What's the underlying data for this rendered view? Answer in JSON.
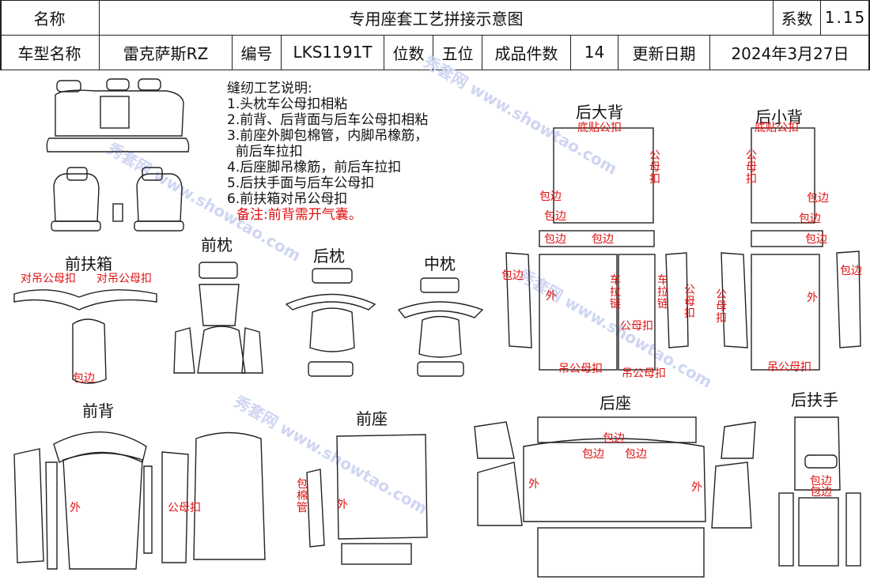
{
  "header": {
    "name_label": "名称",
    "title": "专用座套工艺拼接示意图",
    "coef_label": "系数",
    "coef_value": "1.15",
    "model_label": "车型名称",
    "model_value": "雷克萨斯RZ",
    "code_label": "编号",
    "code_value": "LKS1191T",
    "seats_label": "位数",
    "seats_value": "五位",
    "pieces_label": "成品件数",
    "pieces_value": "14",
    "date_label": "更新日期",
    "date_value": "2024年3月27日"
  },
  "notes": {
    "title": "缝纫工艺说明:",
    "lines": [
      "1.头枕车公母扣相粘",
      "2.前背、后背面与后车公母扣相粘",
      "3.前座外脚包棉管，内脚吊橡筋，",
      "  前后车拉扣",
      "4.后座脚吊橡筋，前后车拉扣",
      "5.后扶手面与后车公母扣",
      "6.前扶箱对吊公母扣"
    ],
    "remark": "备注:前背需开气囊。"
  },
  "sections": {
    "front_armrest": "前扶箱",
    "front_headrest": "前枕",
    "rear_headrest": "后枕",
    "middle_headrest": "中枕",
    "rear_big_back": "后大背",
    "rear_small_back": "后小背",
    "front_back": "前背",
    "front_seat": "前座",
    "rear_seat": "后座",
    "rear_armrest": "后扶手"
  },
  "annotations": {
    "dui_diao": "对吊公母扣",
    "bao_bian": "包边",
    "wai": "外",
    "gong_mu_kou": "公母扣",
    "di_tie": "底贴公扣",
    "diao_gong": "吊公母扣",
    "che_la_lian": "车拉链",
    "bao_mian_guan": "包棉管"
  },
  "watermark": "秀套网 www.showtao.com",
  "colors": {
    "annotation": "#e01010",
    "line": "#222222",
    "watermark": "#cfd6f2"
  }
}
